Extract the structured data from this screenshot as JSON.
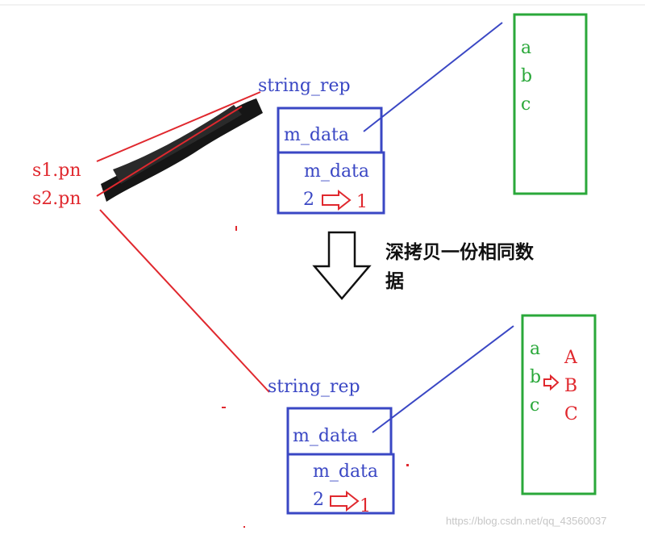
{
  "top": {
    "rep_label": "string_rep",
    "outer_field": "m_data",
    "inner_field": "m_data",
    "refcount_from": "2",
    "refcount_to": "1",
    "chars": [
      "a",
      "b",
      "c"
    ]
  },
  "pointers": [
    "s1.pn",
    "s2.pn"
  ],
  "caption": [
    "深拷贝一份相同数",
    "据"
  ],
  "bottom": {
    "rep_label": "string_rep",
    "outer_field": "m_data",
    "inner_field": "m_data",
    "refcount_from": "2",
    "refcount_to": "1",
    "chars_old": [
      "a",
      "b",
      "c"
    ],
    "chars_new": [
      "A",
      "B",
      "C"
    ]
  },
  "watermark": "https://blog.csdn.net/qq_43560037",
  "colors": {
    "blue": "#3a47c4",
    "red": "#e0282e",
    "green": "#2aa83a"
  }
}
